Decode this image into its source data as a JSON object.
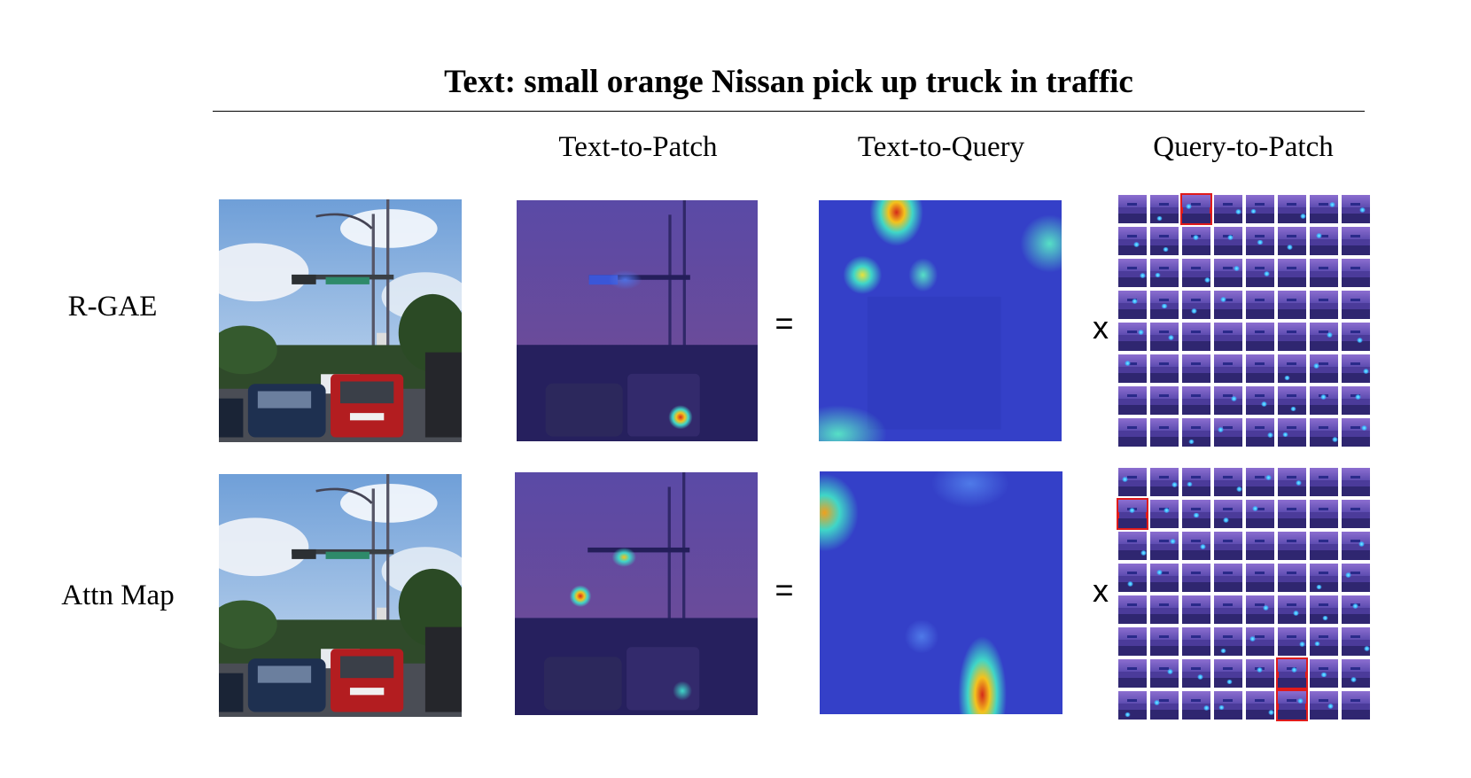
{
  "figure": {
    "title": "Text: small orange Nissan pick up truck in traffic",
    "columns": [
      "Text-to-Patch",
      "Text-to-Query",
      "Query-to-Patch"
    ],
    "rows": [
      {
        "label": "R-GAE",
        "equals": "=",
        "times": "x",
        "selected_cells": [
          [
            0,
            2
          ]
        ]
      },
      {
        "label": "Attn Map",
        "equals": "=",
        "times": "x",
        "selected_cells": [
          [
            1,
            0
          ],
          [
            6,
            5
          ],
          [
            7,
            5
          ]
        ]
      }
    ],
    "grid_size": 8,
    "colors": {
      "highlight_box": "#e01b1b",
      "heatmap_low": "#3440c8",
      "heatmap_mid": "#3fd6c8",
      "heatmap_high": "#d42a1a",
      "overlay_tint": "#4a3aa0"
    }
  }
}
